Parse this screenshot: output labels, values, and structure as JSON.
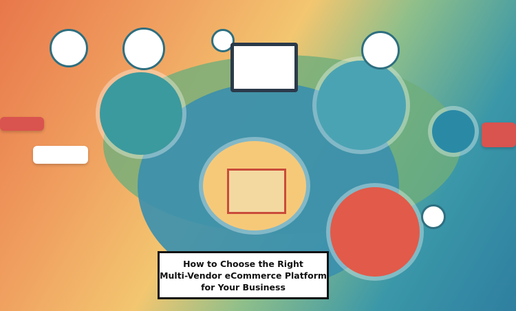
{
  "title": {
    "line1": "How to Choose the Right",
    "line2": "Multi-Vendor eCommerce Platform",
    "line3": "for Your Business"
  },
  "colors": {
    "orange": "#e8774a",
    "teal": "#2f7fa0",
    "green": "#8fbf8a",
    "red": "#d9534f"
  }
}
